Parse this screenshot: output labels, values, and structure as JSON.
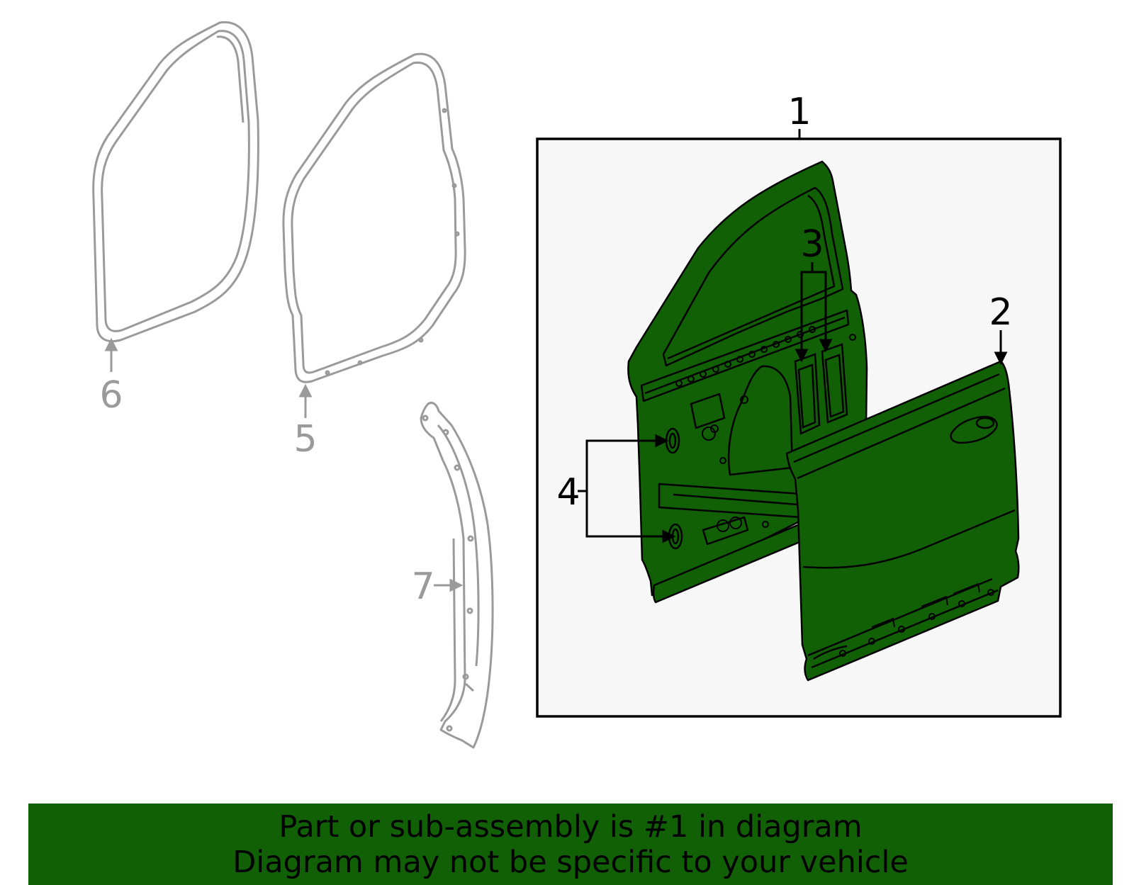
{
  "colors": {
    "highlight_fill": "#116005",
    "outline_dark": "#000000",
    "outline_grey": "#9a9a9a",
    "inset_background": "#f7f7f7"
  },
  "callouts": {
    "c1": "1",
    "c2": "2",
    "c3": "3",
    "c4": "4",
    "c5": "5",
    "c6": "6",
    "c7": "7"
  },
  "banner": {
    "line1": "Part or sub-assembly is #1 in diagram",
    "line2": "Diagram may not be specific to your vehicle"
  }
}
